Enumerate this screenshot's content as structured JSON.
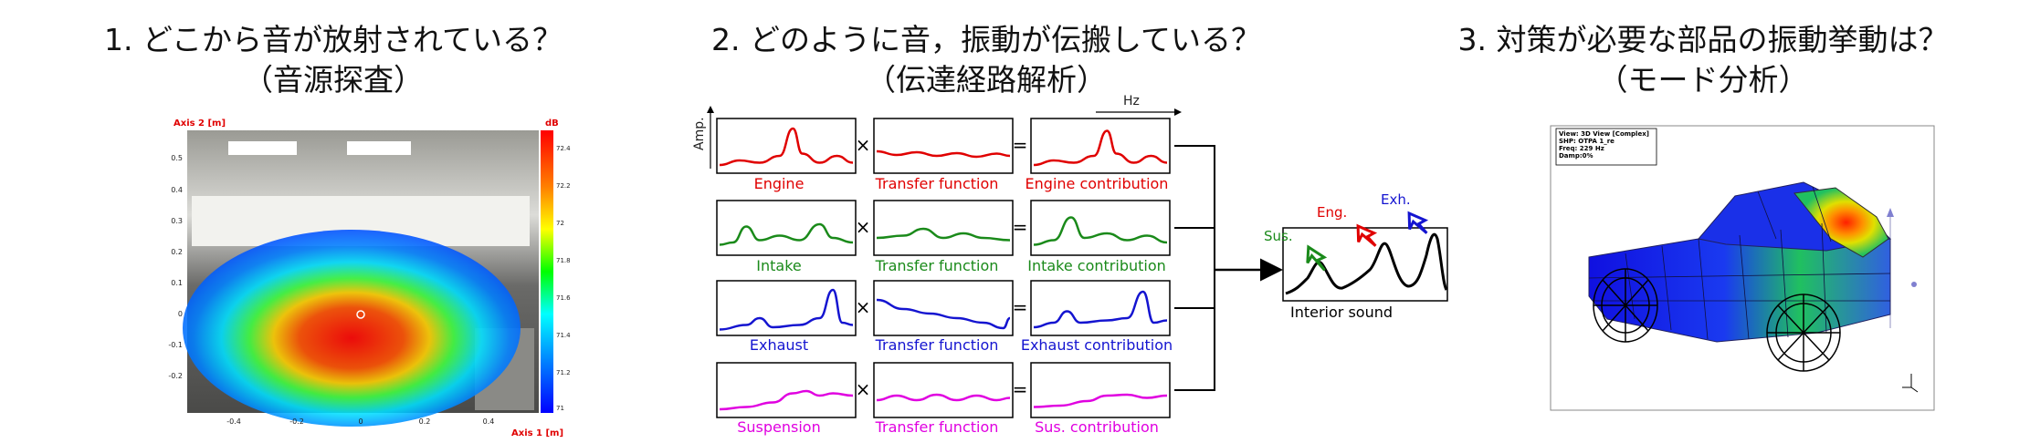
{
  "sections": [
    {
      "title_line1": "1. どこから音が放射されている？",
      "title_line2": "（音源探査）"
    },
    {
      "title_line1": "2. どのように音，振動が伝搬している？",
      "title_line2": "（伝達経路解析）"
    },
    {
      "title_line1": "3. 対策が必要な部品の振動挙動は？",
      "title_line2": "（モード分析）"
    }
  ],
  "acoustic_map": {
    "axis1_label": "Axis 1 [m]",
    "axis2_label": "Axis 2 [m]",
    "unit_label": "dB",
    "y_ticks": [
      "0.5",
      "0.4",
      "0.3",
      "0.2",
      "0.1",
      "0",
      "-0.1",
      "-0.2"
    ],
    "x_ticks": [
      "-0.4",
      "-0.2",
      "0",
      "0.2",
      "0.4"
    ],
    "colorbar_ticks": [
      "72.4",
      "72.2",
      "72",
      "71.8",
      "71.6",
      "71.4",
      "71.2",
      "71"
    ],
    "colorbar_colors": [
      "#ff0000",
      "#ff8000",
      "#ffff00",
      "#00ff00",
      "#00ffff",
      "#0080ff",
      "#0000ff"
    ]
  },
  "tpa": {
    "amp_label": "Amp.",
    "hz_label": "Hz",
    "times_sign": "×",
    "equals_sign": "=",
    "rows": [
      {
        "source": "Engine",
        "transfer": "Transfer function",
        "contribution": "Engine contribution",
        "color": "#e00000"
      },
      {
        "source": "Intake",
        "transfer": "Transfer function",
        "contribution": "Intake contribution",
        "color": "#1a8a1a"
      },
      {
        "source": "Exhaust",
        "transfer": "Transfer function",
        "contribution": "Exhaust contribution",
        "color": "#1414d0"
      },
      {
        "source": "Suspension",
        "transfer": "Transfer function",
        "contribution": "Sus. contribution",
        "color": "#e000e0"
      }
    ],
    "result_label": "Interior sound",
    "peak_labels": [
      {
        "text": "Sus.",
        "color": "#1a8a1a"
      },
      {
        "text": "Eng.",
        "color": "#e00000"
      },
      {
        "text": "Exh.",
        "color": "#1414d0"
      }
    ]
  },
  "mode_view": {
    "info_lines": [
      "View: 3D View [Complex]",
      "SHP: OTPA 1_re",
      "Freq: 229 Hz",
      "Damp:0%"
    ]
  }
}
